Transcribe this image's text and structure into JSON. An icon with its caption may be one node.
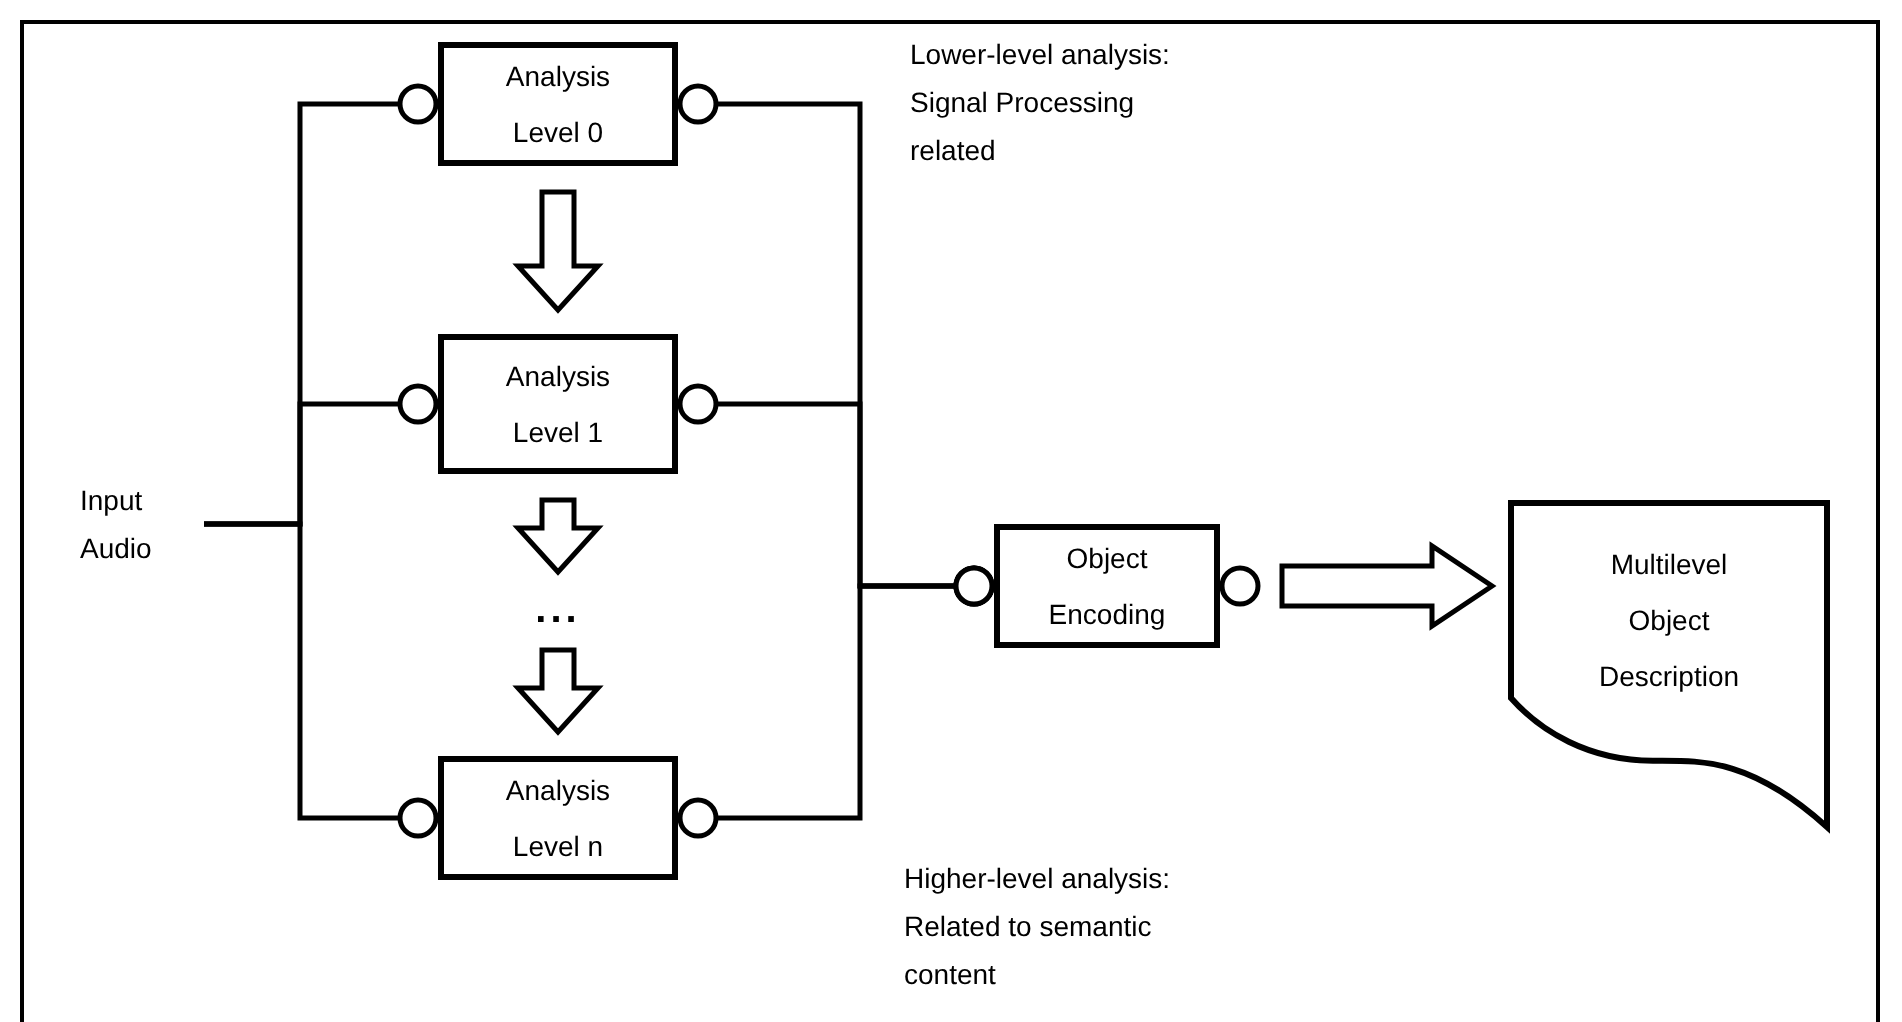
{
  "diagram": {
    "nodes": [
      {
        "text": [
          "Input Audio"
        ]
      },
      {
        "text": [
          "Analysis Level 0"
        ]
      },
      {
        "text": [
          "Analysis Level 1"
        ]
      },
      {
        "text": [
          "..."
        ]
      },
      {
        "text": [
          "Analysis Level n"
        ]
      },
      {
        "text": [
          "Object Encoding"
        ]
      },
      {
        "text": [
          "Multilevel Object Description"
        ]
      }
    ],
    "edges": [
      {
        "from": 0,
        "to": 1,
        "arrow": "other"
      },
      {
        "from": 0,
        "to": 2,
        "arrow": "other"
      },
      {
        "from": 0,
        "to": 4,
        "arrow": "other"
      },
      {
        "from": 1,
        "to": 5,
        "arrow": "other"
      },
      {
        "from": 2,
        "to": 5,
        "arrow": "other"
      },
      {
        "from": 4,
        "to": 5,
        "arrow": "other"
      },
      {
        "from": 1,
        "to": 2,
        "arrow": "to",
        "style": "thick"
      },
      {
        "from": 2,
        "to": 3,
        "arrow": "to",
        "style": "thick"
      },
      {
        "from": 3,
        "to": 4,
        "arrow": "to",
        "style": "thick"
      },
      {
        "from": 5,
        "to": 6,
        "arrow": "to",
        "style": "thick"
      }
    ],
    "labels": [
      "Lower-level analysis: Signal Processing related",
      "Higher-level analysis: Related to semantic content"
    ]
  }
}
